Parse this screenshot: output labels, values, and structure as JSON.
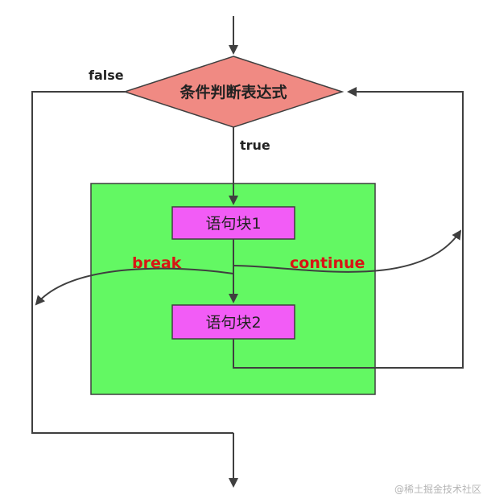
{
  "diagram": {
    "condition": "条件判断表达式",
    "false_label": "false",
    "true_label": "true",
    "block1": "语句块1",
    "block2": "语句块2",
    "break_label": "break",
    "continue_label": "continue",
    "watermark": "@稀土掘金技术社区"
  },
  "colors": {
    "diamond_fill": "#f08a83",
    "loop_box_fill": "#63f863",
    "statement_fill": "#f25cf6",
    "line": "#3f3f3f",
    "keyword_red": "#d81515",
    "watermark": "#b5b5b5"
  }
}
